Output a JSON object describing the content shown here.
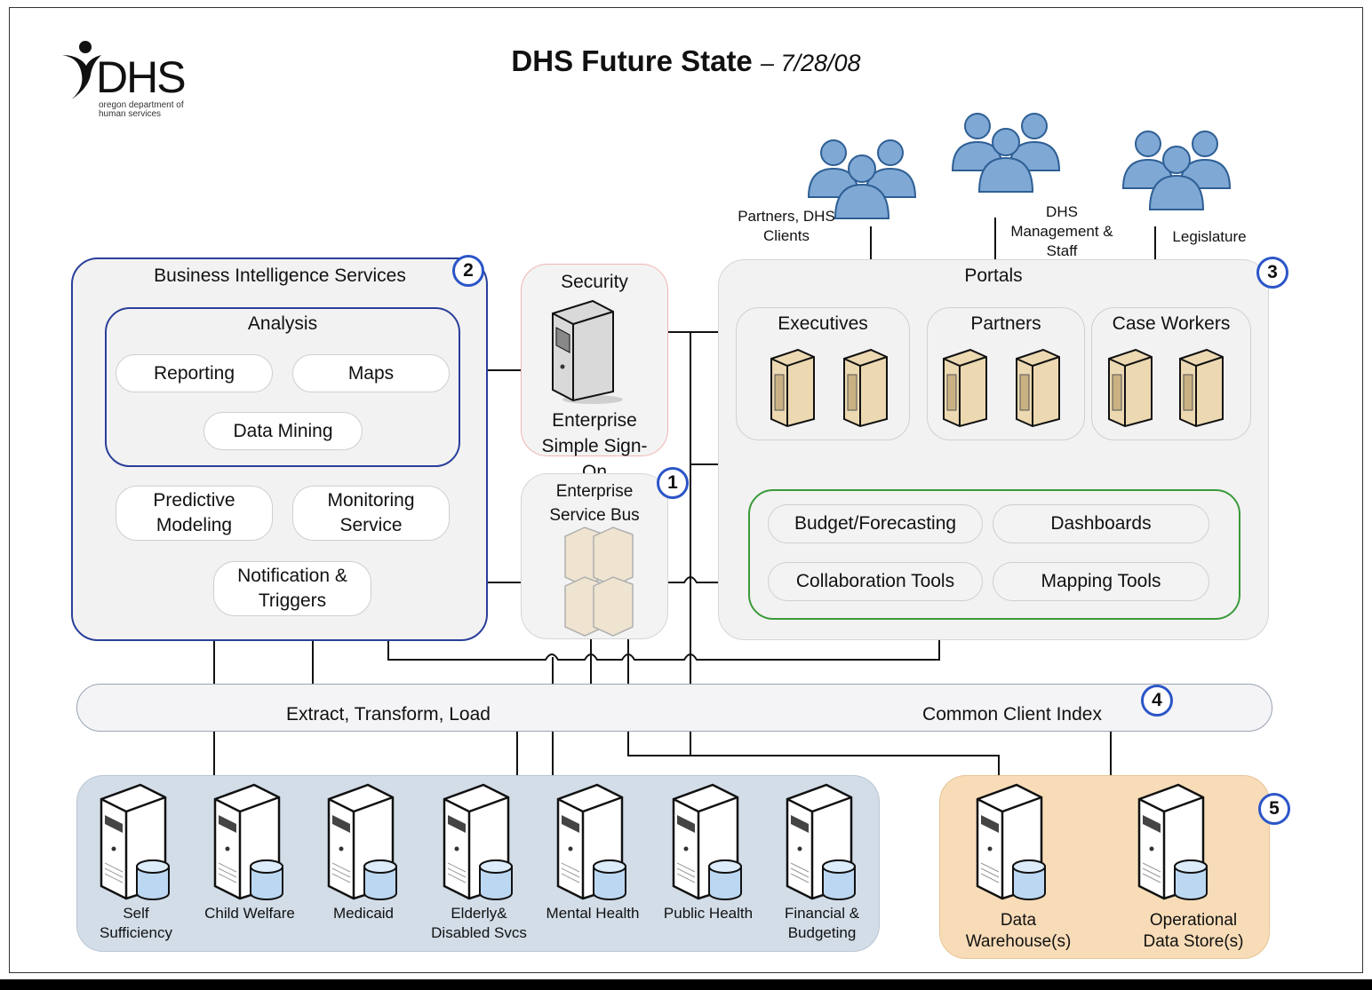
{
  "title": {
    "main": "DHS Future State",
    "date": "– 7/28/08"
  },
  "logo": {
    "text": "DHS",
    "subtext": "oregon department of human services"
  },
  "user_groups": [
    {
      "label": "Partners, DHS Clients"
    },
    {
      "label": "DHS Management & Staff"
    },
    {
      "label": "Legislature"
    }
  ],
  "bi": {
    "title": "Business Intelligence Services",
    "badge": "2",
    "analysis_title": "Analysis",
    "reporting": "Reporting",
    "maps": "Maps",
    "data_mining": "Data Mining",
    "predictive": "Predictive Modeling",
    "monitoring": "Monitoring Service",
    "notification": "Notification & Triggers"
  },
  "security": {
    "title": "Security",
    "caption": "Enterprise Simple Sign-On"
  },
  "esb": {
    "title": "Enterprise Service Bus",
    "badge": "1"
  },
  "portals": {
    "title": "Portals",
    "badge": "3",
    "executives": "Executives",
    "partners": "Partners",
    "case_workers": "Case Workers",
    "budget": "Budget/Forecasting",
    "dashboards": "Dashboards",
    "collaboration": "Collaboration Tools",
    "mapping": "Mapping Tools"
  },
  "bus": {
    "etl": "Extract, Transform, Load",
    "cci": "Common Client Index",
    "badge": "4"
  },
  "systems": [
    {
      "label": "Self Sufficiency"
    },
    {
      "label": "Child Welfare"
    },
    {
      "label": "Medicaid"
    },
    {
      "label": "Elderly& Disabled Svcs"
    },
    {
      "label": "Mental Health"
    },
    {
      "label": "Public Health"
    },
    {
      "label": "Financial & Budgeting"
    }
  ],
  "warehouse": {
    "badge": "5",
    "dw": "Data Warehouse(s)",
    "ods": "Operational Data Store(s)"
  },
  "colors": {
    "bi_border": "#2a3f9a",
    "analysis_border": "#2a3f9a",
    "security_border": "#f0b6b6",
    "green_border": "#3a9a3a",
    "badge_border": "#2b55c8",
    "systems_bg": "#d2dde8",
    "warehouse_bg": "#f8dcb8",
    "panel_bg": "#f2f2f2",
    "person_fill": "#7fa8d4"
  }
}
